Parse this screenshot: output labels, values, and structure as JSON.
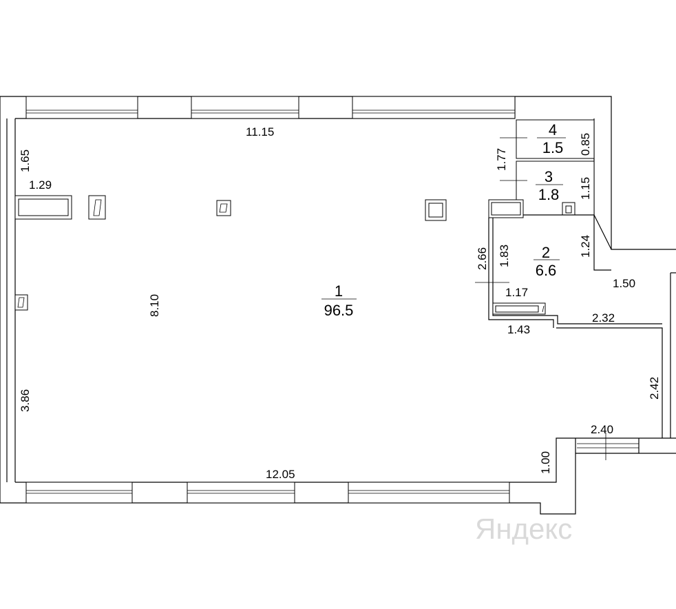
{
  "rooms": {
    "r1": {
      "number": "1",
      "area": "96.5"
    },
    "r2": {
      "number": "2",
      "area": "6.6"
    },
    "r3": {
      "number": "3",
      "area": "1.8"
    },
    "r4": {
      "number": "4",
      "area": "1.5"
    }
  },
  "dims": {
    "top": "11.15",
    "bottom": "12.05",
    "left_upper": "1.65",
    "left_lower": "3.86",
    "left_niche": "1.29",
    "height_main": "8.10",
    "r4_h": "0.85",
    "r3_h": "1.15",
    "bath_side": "1.77",
    "r2_right": "1.24",
    "r2_outer": "2.66",
    "r2_inner": "1.83",
    "r2_width": "1.17",
    "r2_bottom": "1.43",
    "right_step": "1.50",
    "right_mid": "2.32",
    "right_low": "2.42",
    "bottom_right": "2.40",
    "bottom_step": "1.00"
  },
  "watermark": "Яндекс"
}
